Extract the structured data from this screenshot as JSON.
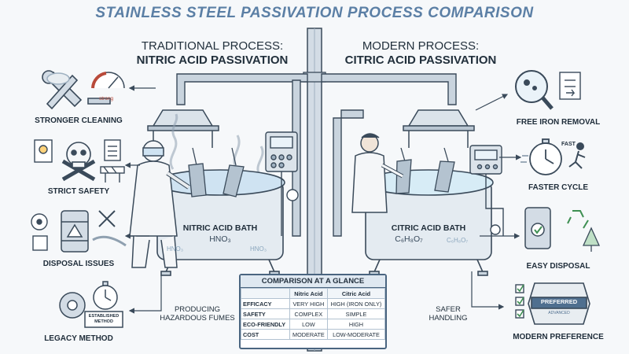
{
  "title": "STAINLESS STEEL PASSIVATION PROCESS COMPARISON",
  "traditional": {
    "heading_line1": "TRADITIONAL PROCESS:",
    "heading_line2": "NITRIC ACID PASSIVATION",
    "bath_label": "NITRIC ACID BATH",
    "formula": "HNO₃",
    "bath_ghost": "HNO₃",
    "features": [
      "STRONGER CLEANING",
      "STRICT SAFETY",
      "DISPOSAL ISSUES",
      "LEGACY METHOD"
    ],
    "gauge_label": "strong",
    "badge_line1": "ESTABLISHED",
    "badge_line2": "METHOD",
    "note_line1": "PRODUCING",
    "note_line2": "HAZARDOUS FUMES"
  },
  "modern": {
    "heading_line1": "MODERN PROCESS:",
    "heading_line2": "CITRIC ACID PASSIVATION",
    "bath_label": "CITRIC ACID BATH",
    "formula": "C₆H₈O₇",
    "bath_ghost": "C₆H₈O₇",
    "features": [
      "FREE IRON REMOVAL",
      "FASTER CYCLE",
      "EASY DISPOSAL",
      "MODERN PREFERENCE"
    ],
    "fast_label": "FAST",
    "badge_line1": "PREFERRED",
    "badge_line2": "ADVANCED",
    "note_line1": "SAFER",
    "note_line2": "HANDLING"
  },
  "comparison": {
    "title": "COMPARISON AT A GLANCE",
    "columns": [
      "",
      "Nitric Acid",
      "Citric Acid"
    ],
    "rows": [
      [
        "EFFICACY",
        "VERY HIGH",
        "HIGH (IRON ONLY)"
      ],
      [
        "SAFETY",
        "COMPLEX",
        "SIMPLE"
      ],
      [
        "ECO-FRIENDLY",
        "LOW",
        "HIGH"
      ],
      [
        "COST",
        "MODERATE",
        "LOW-MODERATE"
      ]
    ]
  },
  "colors": {
    "title": "#5b7fa5",
    "pipe": "#c9d4de",
    "liquid": "#cfe3f2",
    "outline": "#3a4a5a"
  }
}
